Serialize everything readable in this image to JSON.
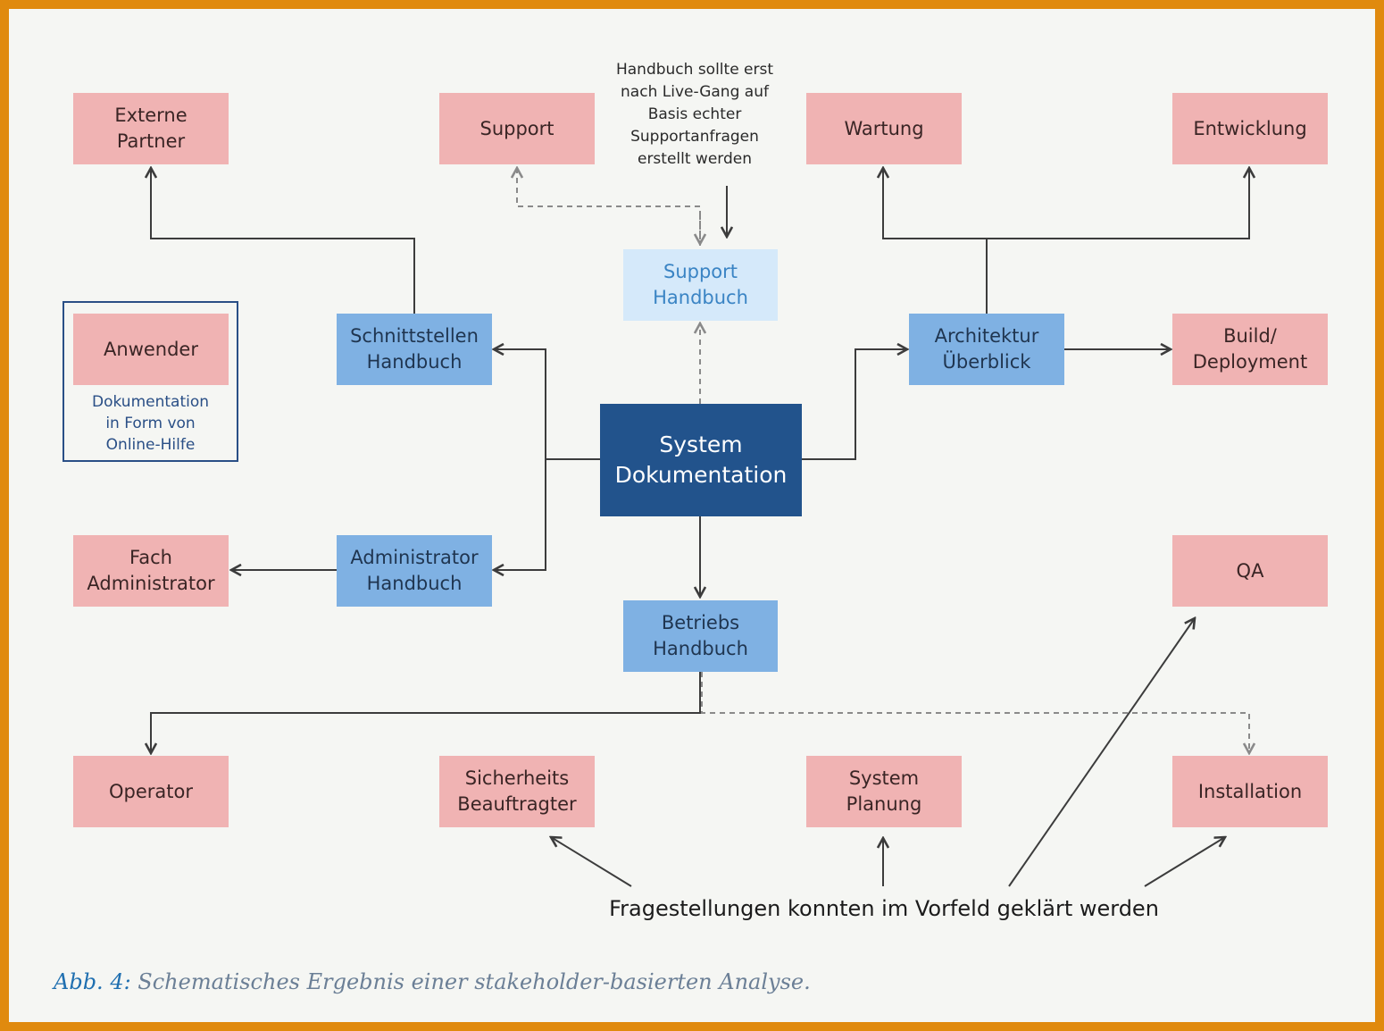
{
  "nodes": {
    "externe_partner": "Externe\nPartner",
    "support": "Support",
    "wartung": "Wartung",
    "entwicklung": "Entwicklung",
    "support_handbuch": "Support\nHandbuch",
    "anwender": "Anwender",
    "schnittstellen_handbuch": "Schnittstellen\nHandbuch",
    "architektur_ueberblick": "Architektur\nÜberblick",
    "build_deployment": "Build/\nDeployment",
    "system_dokumentation": "System\nDokumentation",
    "fach_administrator": "Fach\nAdministrator",
    "administrator_handbuch": "Administrator\nHandbuch",
    "qa": "QA",
    "betriebs_handbuch": "Betriebs\nHandbuch",
    "operator": "Operator",
    "sicherheits_beauftragter": "Sicherheits\nBeauftragter",
    "system_planung": "System\nPlanung",
    "installation": "Installation"
  },
  "legend_note": "Dokumentation\nin Form von\nOnline-Hilfe",
  "top_note": "Handbuch sollte erst\nnach Live-Gang auf\nBasis echter\nSupportanfragen\nerstellt werden",
  "bottom_note": "Fragestellungen konnten im Vorfeld geklärt werden",
  "caption": {
    "label": "Abb. 4:",
    "text": " Schematisches Ergebnis einer stakeholder-basierten Analyse."
  },
  "colors": {
    "frame": "#e08a0e",
    "stakeholder": "#f0b3b3",
    "document": "#7fb1e3",
    "central": "#22538c",
    "support_handbuch": "#d5e9fa",
    "line": "#3c3c3c"
  }
}
